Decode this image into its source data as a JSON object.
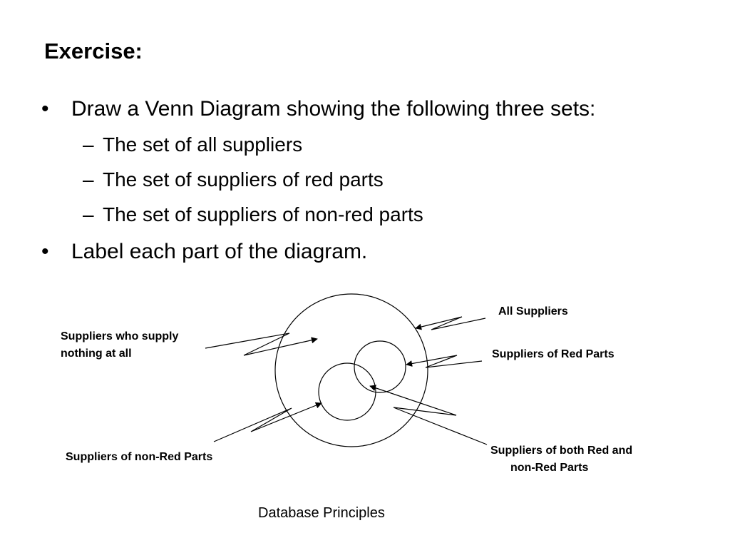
{
  "slide": {
    "title": "Exercise:",
    "bullets": [
      {
        "marker": "•",
        "text": "Draw a Venn Diagram showing the following three sets:"
      },
      {
        "marker": "–",
        "text": "The set of all suppliers"
      },
      {
        "marker": "–",
        "text": "The set of suppliers of red parts"
      },
      {
        "marker": "–",
        "text": "The set of suppliers of non-red parts"
      },
      {
        "marker": "•",
        "text": "Label each part of the diagram."
      }
    ],
    "footer": "Database Principles"
  },
  "diagram": {
    "labels": {
      "all_suppliers": "All Suppliers",
      "supply_nothing_line1": "Suppliers who supply",
      "supply_nothing_line2": "nothing at all",
      "red_parts": "Suppliers of Red Parts",
      "non_red_parts": "Suppliers of non-Red Parts",
      "both_line1": "Suppliers of both Red and",
      "both_line2": "non-Red Parts"
    }
  }
}
